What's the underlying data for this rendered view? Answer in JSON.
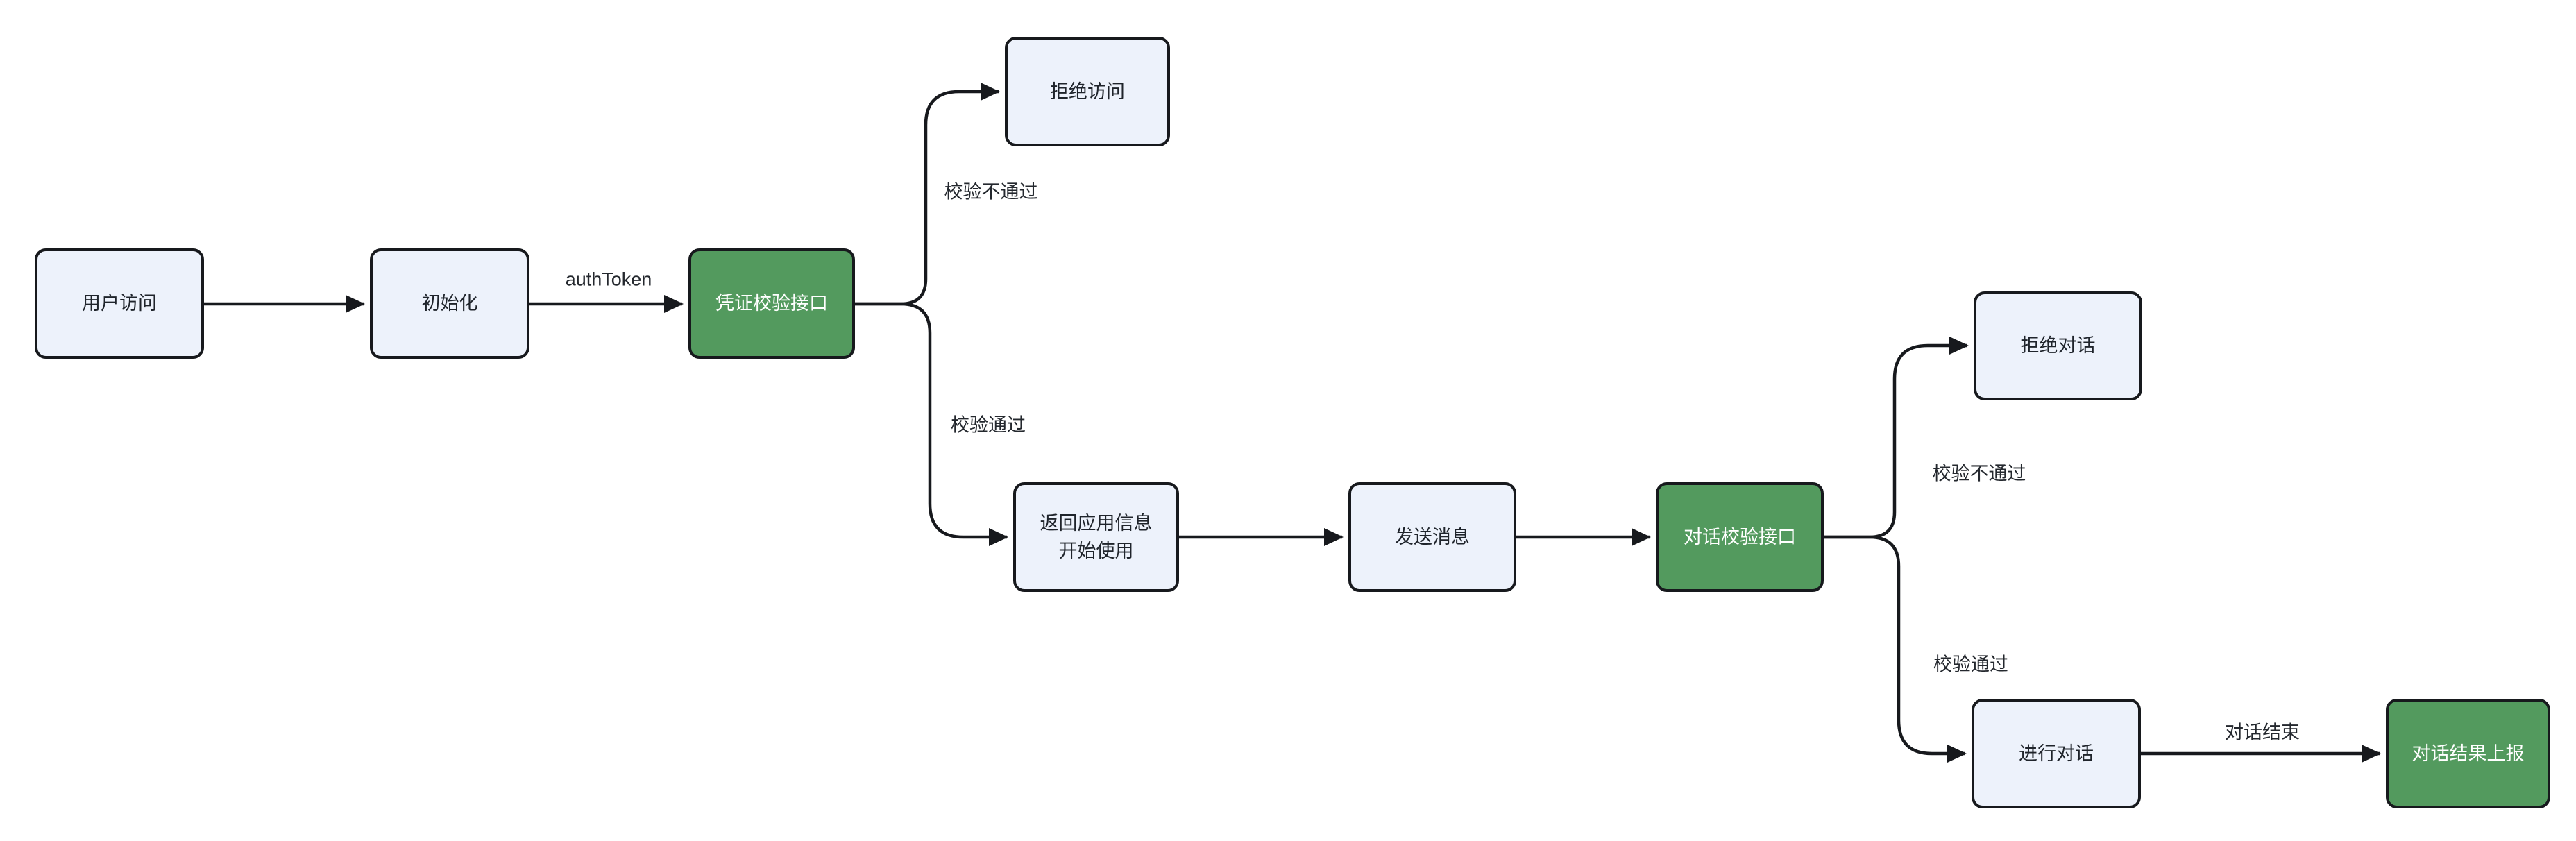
{
  "diagram": {
    "type": "flowchart",
    "direction": "left-to-right",
    "colors": {
      "background": "#ffffff",
      "node_fill": "#edf2fb",
      "accent_node_fill": "#539a5e",
      "node_border": "#17191d",
      "node_text": "#1f242b",
      "accent_node_text": "#ffffff",
      "edge_stroke": "#17191d",
      "edge_label_text": "#24282e"
    },
    "nodes": {
      "user_access": {
        "label": "用户访问",
        "type": "process"
      },
      "init": {
        "label": "初始化",
        "type": "process"
      },
      "credential_check_api": {
        "label": "凭证校验接口",
        "type": "api-accent"
      },
      "deny_access": {
        "label": "拒绝访问",
        "type": "process"
      },
      "return_app_info": {
        "label": "返回应用信息\n开始使用",
        "type": "process"
      },
      "send_message": {
        "label": "发送消息",
        "type": "process"
      },
      "dialog_check_api": {
        "label": "对话校验接口",
        "type": "api-accent"
      },
      "deny_dialog": {
        "label": "拒绝对话",
        "type": "process"
      },
      "do_dialog": {
        "label": "进行对话",
        "type": "process"
      },
      "report_dialog_result": {
        "label": "对话结果上报",
        "type": "api-accent"
      }
    },
    "edge_labels": {
      "auth_token": "authToken",
      "check1_fail": "校验不通过",
      "check1_pass": "校验通过",
      "check2_fail": "校验不通过",
      "check2_pass": "校验通过",
      "dialog_end": "对话结束"
    },
    "edges": [
      {
        "from": "user_access",
        "to": "init",
        "label": ""
      },
      {
        "from": "init",
        "to": "credential_check_api",
        "label": "authToken"
      },
      {
        "from": "credential_check_api",
        "to": "deny_access",
        "label": "校验不通过"
      },
      {
        "from": "credential_check_api",
        "to": "return_app_info",
        "label": "校验通过"
      },
      {
        "from": "return_app_info",
        "to": "send_message",
        "label": ""
      },
      {
        "from": "send_message",
        "to": "dialog_check_api",
        "label": ""
      },
      {
        "from": "dialog_check_api",
        "to": "deny_dialog",
        "label": "校验不通过"
      },
      {
        "from": "dialog_check_api",
        "to": "do_dialog",
        "label": "校验通过"
      },
      {
        "from": "do_dialog",
        "to": "report_dialog_result",
        "label": "对话结束"
      }
    ]
  }
}
